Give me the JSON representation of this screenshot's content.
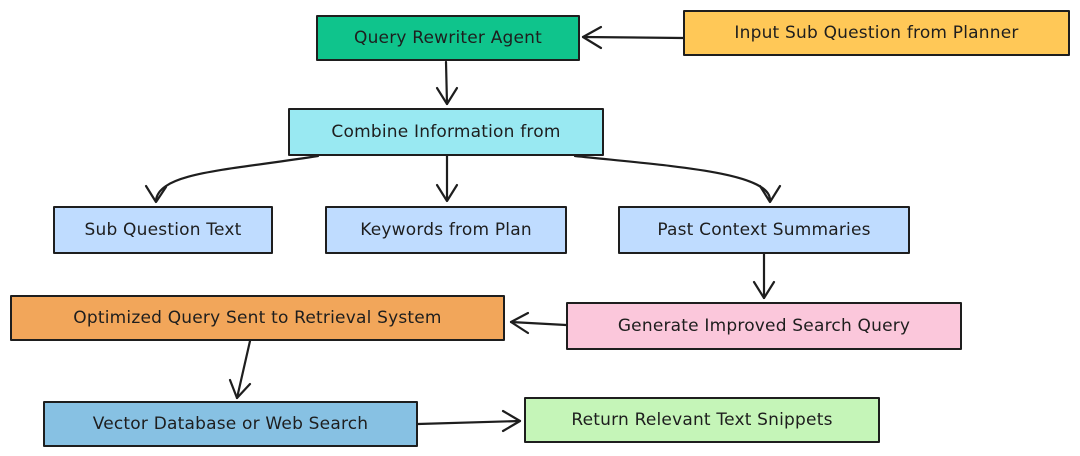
{
  "nodes": {
    "query_rewriter": {
      "label": "Query Rewriter Agent",
      "color": "#0fc48c"
    },
    "input_sub_question": {
      "label": "Input Sub Question from Planner",
      "color": "#ffc857"
    },
    "combine_info": {
      "label": "Combine Information from",
      "color": "#99e9f2"
    },
    "sub_question_text": {
      "label": "Sub Question Text",
      "color": "#bfdcff"
    },
    "keywords_from_plan": {
      "label": "Keywords from Plan",
      "color": "#bfdcff"
    },
    "past_context": {
      "label": "Past Context Summaries",
      "color": "#bfdcff"
    },
    "optimized_query": {
      "label": "Optimized Query Sent to Retrieval System",
      "color": "#f2a65a"
    },
    "generate_query": {
      "label": "Generate Improved Search Query",
      "color": "#fbc7db"
    },
    "vector_db": {
      "label": "Vector Database or Web Search",
      "color": "#87c1e3"
    },
    "return_snippets": {
      "label": "Return Relevant Text Snippets",
      "color": "#c5f5b8"
    }
  }
}
